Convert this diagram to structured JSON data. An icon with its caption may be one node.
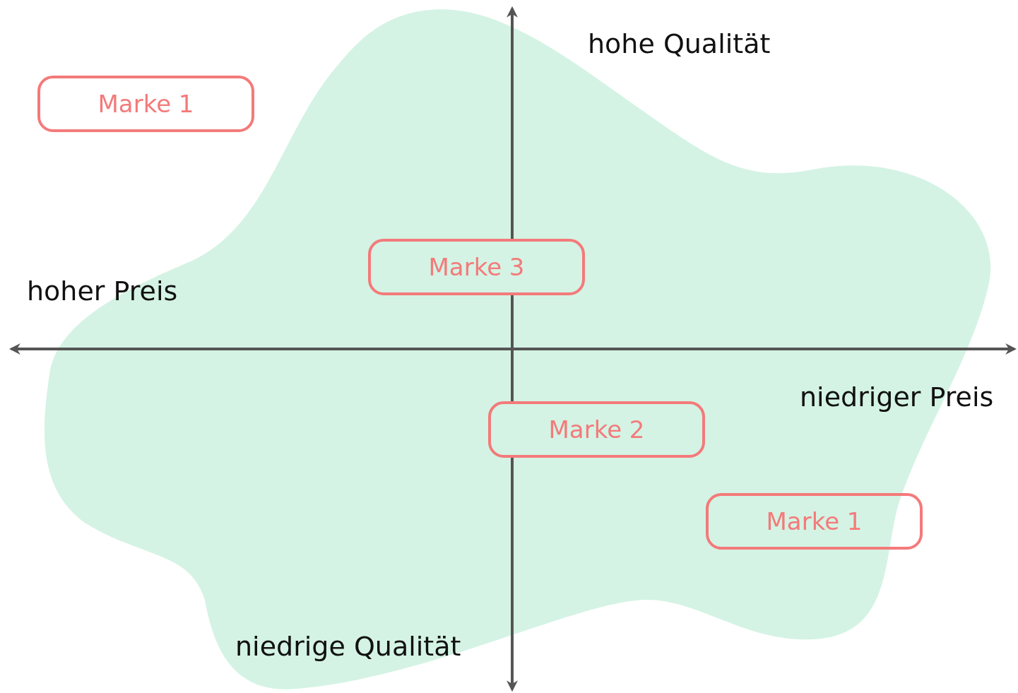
{
  "diagram": {
    "nodes": [
      {
        "text": [
          "Marke 1"
        ]
      },
      {
        "text": [
          "Marke 3"
        ]
      },
      {
        "text": [
          "Marke 2"
        ]
      },
      {
        "text": [
          "Marke 1"
        ]
      }
    ],
    "edges": [],
    "labels": [
      "hohe Qualität",
      "hoher Preis",
      "niedriger Preis",
      "niedrige Qualität"
    ]
  }
}
